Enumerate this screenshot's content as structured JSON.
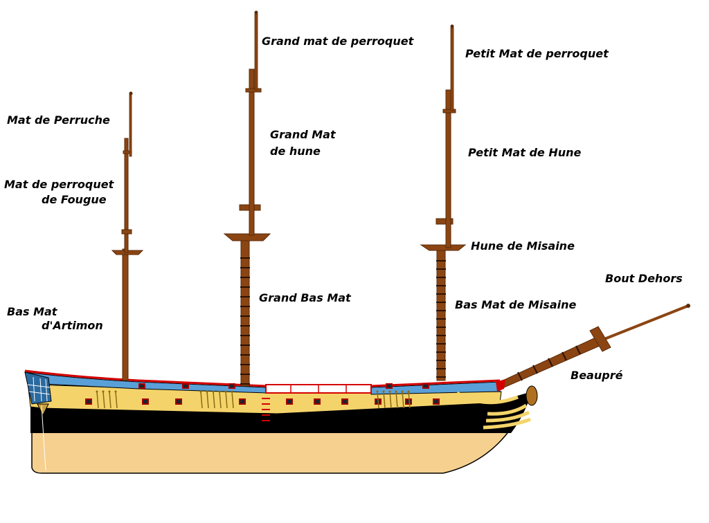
{
  "colors": {
    "mast": "#8B4513",
    "mast_dark": "#5a2a08",
    "mast_light": "#a0522d",
    "hull_black": "#000000",
    "hull_underwater": "#f5d08f",
    "wale_yellow": "#f4d46a",
    "bulwark_blue": "#5aa0d8",
    "rail_red": "#d40000",
    "gun_port_frame": "#a40000",
    "gun_port_inner": "#1a2430",
    "stern_gallery": "#2a6aa0",
    "waterline_lines": "#ffffff"
  },
  "labels": {
    "grand_mat_de_perroquet": "Grand mat de perroquet",
    "petit_mat_de_perroquet": "Petit Mat de perroquet",
    "mat_de_perruche": "Mat de Perruche",
    "grand_mat_de_hune_1": "Grand Mat",
    "grand_mat_de_hune_2": "de hune",
    "petit_mat_de_hune": "Petit Mat de Hune",
    "mat_de_perroquet_de_fougue_1": "Mat de perroquet",
    "mat_de_perroquet_de_fougue_2": "de Fougue",
    "hune_de_misaine": "Hune de Misaine",
    "bout_dehors": "Bout Dehors",
    "grand_bas_mat": "Grand Bas Mat",
    "bas_mat_de_misaine": "Bas Mat de Misaine",
    "bas_mat_d_artimon_1": "Bas Mat",
    "bas_mat_d_artimon_2": "d'Artimon",
    "beaupre": "Beaupré"
  }
}
